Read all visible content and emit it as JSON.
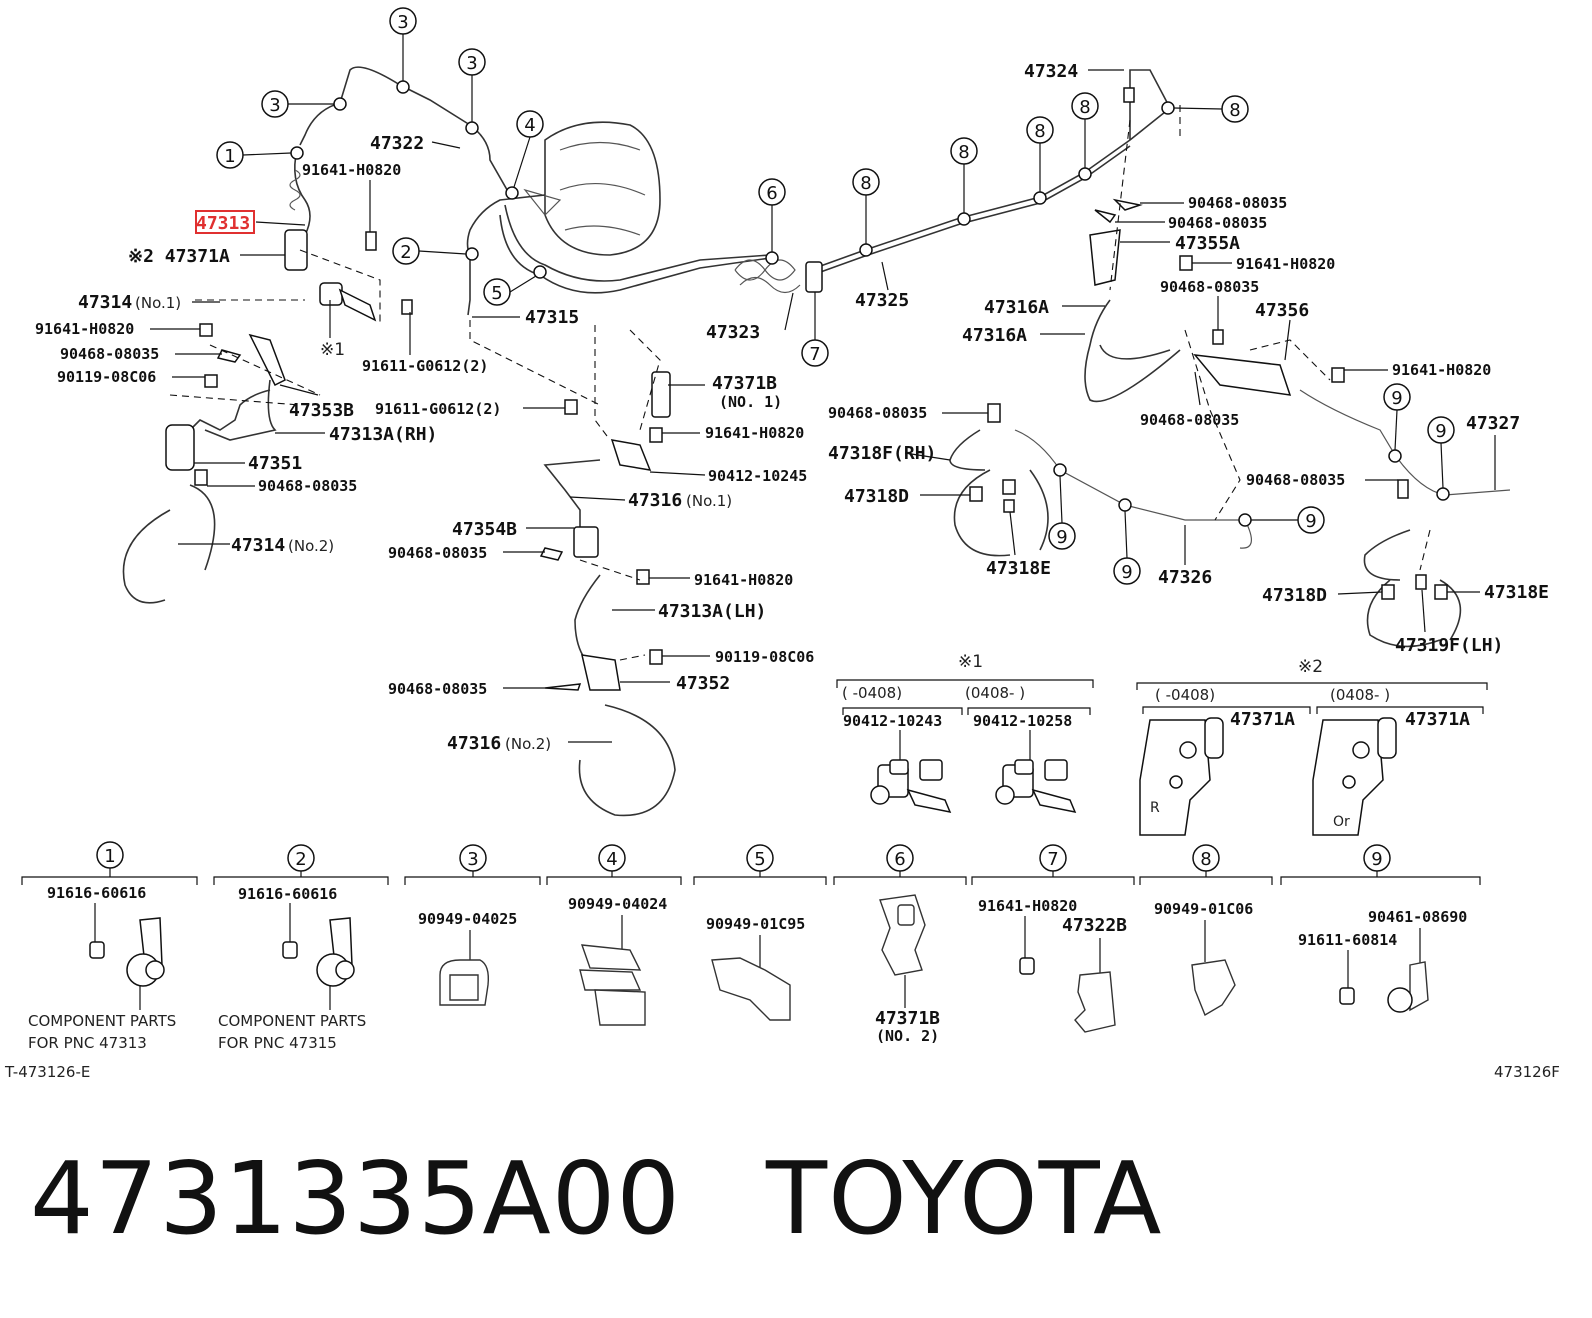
{
  "labels": {
    "p47313": "47313",
    "p47371A_note": "※2 47371A",
    "p91641_top": "91641-H0820",
    "p47322": "47322",
    "p47314_no1": "47314",
    "p47314_no1_suffix": "(No.1)",
    "p91641_left": "91641-H0820",
    "p90468_left1": "90468-08035",
    "p90119_left": "90119-08C06",
    "p47353B": "47353B",
    "p47313A_RH": "47313A(RH)",
    "p47351": "47351",
    "p90468_left2": "90468-08035",
    "p47314_no2": "47314",
    "p47314_no2_suffix": "(No.2)",
    "mark1": "※1",
    "p91611_g0612_a": "91611-G0612(2)",
    "p47315": "47315",
    "p47323": "47323",
    "p47325": "47325",
    "p47371B_no1": "47371B",
    "p47371B_no1_sub": "(NO. 1)",
    "p91611_g0612_b": "91611-G0612(2)",
    "p91641_mid": "91641-H0820",
    "p90412_10245": "90412-10245",
    "p47316_no1": "47316",
    "p47316_no1_suffix": "(No.1)",
    "p47354B": "47354B",
    "p90468_mid": "90468-08035",
    "p91641_mid2": "91641-H0820",
    "p47313A_LH": "47313A(LH)",
    "p90119_mid": "90119-08C06",
    "p90468_mid2": "90468-08035",
    "p47352": "47352",
    "p47316_no2": "47316",
    "p47316_no2_suffix": "(No.2)",
    "p47324": "47324",
    "p90468_r1": "90468-08035",
    "p90468_r2": "90468-08035",
    "p47355A": "47355A",
    "p91641_r1": "91641-H0820",
    "p90468_r3": "90468-08035",
    "p47316A_1": "47316A",
    "p47316A_2": "47316A",
    "p47356": "47356",
    "p91641_r2": "91641-H0820",
    "p90468_r4": "90468-08035",
    "p47327": "47327",
    "p90468_r5": "90468-08035",
    "p47318F_RH": "47318F(RH)",
    "p90468_c": "90468-08035",
    "p47318D_a": "47318D",
    "p47318E_a": "47318E",
    "p47326": "47326",
    "p47318D_b": "47318D",
    "p47318E_b": "47318E",
    "p47319F_LH": "47319F(LH)"
  },
  "callouts": [
    "1",
    "2",
    "3",
    "4",
    "5",
    "6",
    "7",
    "8",
    "9"
  ],
  "variants": {
    "v1_mark": "※1",
    "v1_range_a": "(    -0408)",
    "v1_range_b": "(0408-      )",
    "v1_part_a": "90412-10243",
    "v1_part_b": "90412-10258",
    "v2_mark": "※2",
    "v2_range_a": "(       -0408)",
    "v2_range_b": "(0408-        )",
    "v2_part_a": "47371A",
    "v2_part_b": "47371A"
  },
  "kits": [
    {
      "num": "1",
      "parts": [
        "91616-60616"
      ],
      "note1": "COMPONENT PARTS",
      "note2": "FOR PNC 47313"
    },
    {
      "num": "2",
      "parts": [
        "91616-60616"
      ],
      "note1": "COMPONENT PARTS",
      "note2": "FOR PNC 47315"
    },
    {
      "num": "3",
      "parts": [
        "90949-04025"
      ]
    },
    {
      "num": "4",
      "parts": [
        "90949-04024"
      ]
    },
    {
      "num": "5",
      "parts": [
        "90949-01C95"
      ]
    },
    {
      "num": "6",
      "parts": [
        "47371B",
        "(NO. 2)"
      ]
    },
    {
      "num": "7",
      "parts": [
        "91641-H0820",
        "47322B"
      ]
    },
    {
      "num": "8",
      "parts": [
        "90949-01C06"
      ]
    },
    {
      "num": "9",
      "parts": [
        "90461-08690",
        "91611-60814"
      ]
    }
  ],
  "refs": {
    "left": "T-473126-E",
    "right": "473126F"
  },
  "footer": {
    "part_number": "4731335A00",
    "brand": "TOYOTA"
  },
  "colors": {
    "highlight": "#e03030",
    "ink": "#111111"
  }
}
